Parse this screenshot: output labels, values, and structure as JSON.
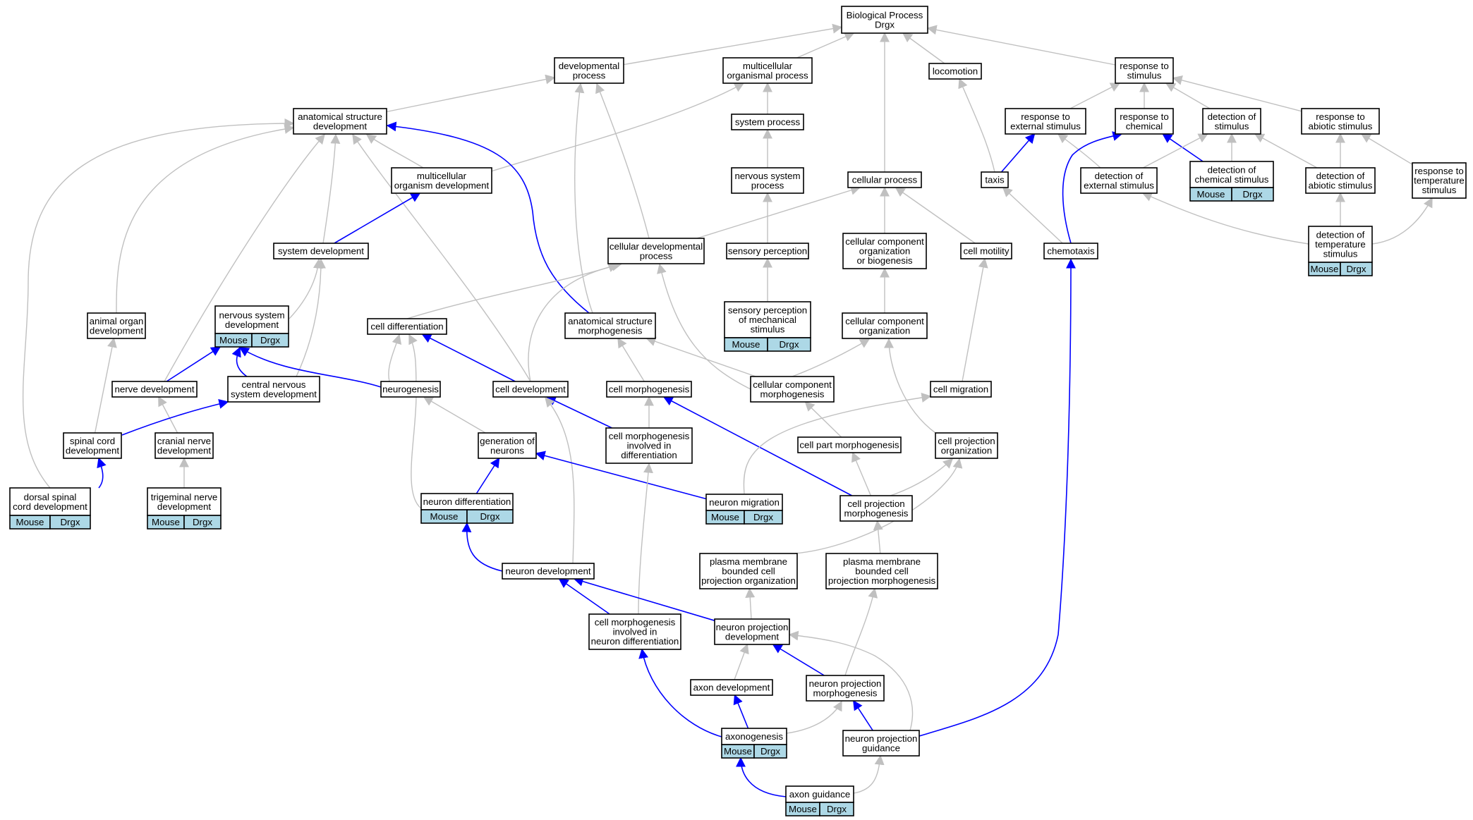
{
  "colors": {
    "edge_gray": "#c0c0c0",
    "edge_blue": "#0000ff",
    "tag_fill": "#add8e6",
    "node_fill": "#ffffff",
    "node_stroke": "#000000"
  },
  "nodes": [
    {
      "id": "bp",
      "lines": [
        "Biological Process",
        "Drgx"
      ],
      "tags": []
    },
    {
      "id": "devproc",
      "lines": [
        "developmental",
        "process"
      ],
      "tags": []
    },
    {
      "id": "multiorg",
      "lines": [
        "multicellular",
        "organismal process"
      ],
      "tags": []
    },
    {
      "id": "locomotion",
      "lines": [
        "locomotion"
      ],
      "tags": []
    },
    {
      "id": "resp_stim",
      "lines": [
        "response to",
        "stimulus"
      ],
      "tags": []
    },
    {
      "id": "asd",
      "lines": [
        "anatomical structure",
        "development"
      ],
      "tags": []
    },
    {
      "id": "sysproc",
      "lines": [
        "system process"
      ],
      "tags": []
    },
    {
      "id": "resp_ext",
      "lines": [
        "response to",
        "external stimulus"
      ],
      "tags": []
    },
    {
      "id": "resp_chem",
      "lines": [
        "response to",
        "chemical"
      ],
      "tags": []
    },
    {
      "id": "det_stim",
      "lines": [
        "detection of",
        "stimulus"
      ],
      "tags": []
    },
    {
      "id": "resp_abio",
      "lines": [
        "response to",
        "abiotic stimulus"
      ],
      "tags": []
    },
    {
      "id": "mod",
      "lines": [
        "multicellular",
        "organism development"
      ],
      "tags": []
    },
    {
      "id": "nsp",
      "lines": [
        "nervous system",
        "process"
      ],
      "tags": []
    },
    {
      "id": "cellproc",
      "lines": [
        "cellular process"
      ],
      "tags": []
    },
    {
      "id": "taxis",
      "lines": [
        "taxis"
      ],
      "tags": []
    },
    {
      "id": "det_ext",
      "lines": [
        "detection of",
        "external stimulus"
      ],
      "tags": []
    },
    {
      "id": "det_chem",
      "lines": [
        "detection of",
        "chemical stimulus"
      ],
      "tags": [
        "Mouse",
        "Drgx"
      ]
    },
    {
      "id": "det_abio",
      "lines": [
        "detection of",
        "abiotic stimulus"
      ],
      "tags": []
    },
    {
      "id": "resp_temp",
      "lines": [
        "response to",
        "temperature",
        "stimulus"
      ],
      "tags": []
    },
    {
      "id": "sysdev",
      "lines": [
        "system development"
      ],
      "tags": []
    },
    {
      "id": "cdp",
      "lines": [
        "cellular developmental",
        "process"
      ],
      "tags": []
    },
    {
      "id": "sensperc",
      "lines": [
        "sensory perception"
      ],
      "tags": []
    },
    {
      "id": "ccob",
      "lines": [
        "cellular component",
        "organization",
        "or biogenesis"
      ],
      "tags": []
    },
    {
      "id": "cellmot",
      "lines": [
        "cell motility"
      ],
      "tags": []
    },
    {
      "id": "chemotaxis",
      "lines": [
        "chemotaxis"
      ],
      "tags": []
    },
    {
      "id": "det_temp",
      "lines": [
        "detection of",
        "temperature",
        "stimulus"
      ],
      "tags": [
        "Mouse",
        "Drgx"
      ]
    },
    {
      "id": "aod",
      "lines": [
        "animal organ",
        "development"
      ],
      "tags": []
    },
    {
      "id": "nsd",
      "lines": [
        "nervous system",
        "development"
      ],
      "tags": [
        "Mouse",
        "Drgx"
      ]
    },
    {
      "id": "celldiff",
      "lines": [
        "cell differentiation"
      ],
      "tags": []
    },
    {
      "id": "asm",
      "lines": [
        "anatomical structure",
        "morphogenesis"
      ],
      "tags": []
    },
    {
      "id": "spms",
      "lines": [
        "sensory perception",
        "of mechanical",
        "stimulus"
      ],
      "tags": [
        "Mouse",
        "Drgx"
      ]
    },
    {
      "id": "cco",
      "lines": [
        "cellular component",
        "organization"
      ],
      "tags": []
    },
    {
      "id": "nervedev",
      "lines": [
        "nerve development"
      ],
      "tags": []
    },
    {
      "id": "cnsd",
      "lines": [
        "central nervous",
        "system development"
      ],
      "tags": []
    },
    {
      "id": "neurogenesis",
      "lines": [
        "neurogenesis"
      ],
      "tags": []
    },
    {
      "id": "celldev",
      "lines": [
        "cell development"
      ],
      "tags": []
    },
    {
      "id": "cellmorph",
      "lines": [
        "cell morphogenesis"
      ],
      "tags": []
    },
    {
      "id": "ccm",
      "lines": [
        "cellular component",
        "morphogenesis"
      ],
      "tags": []
    },
    {
      "id": "cellmig",
      "lines": [
        "cell migration"
      ],
      "tags": []
    },
    {
      "id": "scd",
      "lines": [
        "spinal cord",
        "development"
      ],
      "tags": []
    },
    {
      "id": "cranial",
      "lines": [
        "cranial nerve",
        "development"
      ],
      "tags": []
    },
    {
      "id": "genneur",
      "lines": [
        "generation of",
        "neurons"
      ],
      "tags": []
    },
    {
      "id": "cmid",
      "lines": [
        "cell morphogenesis",
        "involved in",
        "differentiation"
      ],
      "tags": []
    },
    {
      "id": "cpm",
      "lines": [
        "cell part morphogenesis"
      ],
      "tags": []
    },
    {
      "id": "cpo",
      "lines": [
        "cell projection",
        "organization"
      ],
      "tags": []
    },
    {
      "id": "dscd",
      "lines": [
        "dorsal spinal",
        "cord development"
      ],
      "tags": [
        "Mouse",
        "Drgx"
      ]
    },
    {
      "id": "tnd",
      "lines": [
        "trigeminal nerve",
        "development"
      ],
      "tags": [
        "Mouse",
        "Drgx"
      ]
    },
    {
      "id": "neurdiff",
      "lines": [
        "neuron differentiation"
      ],
      "tags": [
        "Mouse",
        "Drgx"
      ]
    },
    {
      "id": "neurmig",
      "lines": [
        "neuron migration"
      ],
      "tags": [
        "Mouse",
        "Drgx"
      ]
    },
    {
      "id": "cprojm",
      "lines": [
        "cell projection",
        "morphogenesis"
      ],
      "tags": []
    },
    {
      "id": "neurdev",
      "lines": [
        "neuron development"
      ],
      "tags": []
    },
    {
      "id": "pmbcpo",
      "lines": [
        "plasma membrane",
        "bounded cell",
        "projection organization"
      ],
      "tags": []
    },
    {
      "id": "pmbcpm",
      "lines": [
        "plasma membrane",
        "bounded cell",
        "projection morphogenesis"
      ],
      "tags": []
    },
    {
      "id": "cmind",
      "lines": [
        "cell morphogenesis",
        "involved in",
        "neuron differentiation"
      ],
      "tags": []
    },
    {
      "id": "npd",
      "lines": [
        "neuron projection",
        "development"
      ],
      "tags": []
    },
    {
      "id": "axondev",
      "lines": [
        "axon development"
      ],
      "tags": []
    },
    {
      "id": "npm",
      "lines": [
        "neuron projection",
        "morphogenesis"
      ],
      "tags": []
    },
    {
      "id": "axonogenesis",
      "lines": [
        "axonogenesis"
      ],
      "tags": [
        "Mouse",
        "Drgx"
      ]
    },
    {
      "id": "npg",
      "lines": [
        "neuron projection",
        "guidance"
      ],
      "tags": []
    },
    {
      "id": "axguid",
      "lines": [
        "axon guidance"
      ],
      "tags": [
        "Mouse",
        "Drgx"
      ]
    }
  ],
  "edges": [
    {
      "from": "devproc",
      "to": "bp",
      "color": "gray"
    },
    {
      "from": "multiorg",
      "to": "bp",
      "color": "gray"
    },
    {
      "from": "locomotion",
      "to": "bp",
      "color": "gray"
    },
    {
      "from": "resp_stim",
      "to": "bp",
      "color": "gray"
    },
    {
      "from": "cellproc",
      "to": "bp",
      "color": "gray"
    },
    {
      "from": "asd",
      "to": "devproc",
      "color": "gray"
    },
    {
      "from": "cdp",
      "to": "devproc",
      "color": "gray"
    },
    {
      "from": "asm",
      "to": "devproc",
      "color": "gray"
    },
    {
      "from": "mod",
      "to": "multiorg",
      "color": "gray"
    },
    {
      "from": "sysproc",
      "to": "multiorg",
      "color": "gray"
    },
    {
      "from": "nsp",
      "to": "sysproc",
      "color": "gray"
    },
    {
      "from": "sensperc",
      "to": "nsp",
      "color": "gray"
    },
    {
      "from": "spms",
      "to": "sensperc",
      "color": "gray"
    },
    {
      "from": "taxis",
      "to": "locomotion",
      "color": "gray"
    },
    {
      "from": "resp_ext",
      "to": "resp_stim",
      "color": "gray"
    },
    {
      "from": "resp_chem",
      "to": "resp_stim",
      "color": "gray"
    },
    {
      "from": "det_stim",
      "to": "resp_stim",
      "color": "gray"
    },
    {
      "from": "resp_abio",
      "to": "resp_stim",
      "color": "gray"
    },
    {
      "from": "taxis",
      "to": "resp_ext",
      "color": "blue"
    },
    {
      "from": "det_ext",
      "to": "resp_ext",
      "color": "gray"
    },
    {
      "from": "chemotaxis",
      "to": "resp_chem",
      "color": "blue"
    },
    {
      "from": "det_chem",
      "to": "resp_chem",
      "color": "blue"
    },
    {
      "from": "det_ext",
      "to": "det_stim",
      "color": "gray"
    },
    {
      "from": "det_chem",
      "to": "det_stim",
      "color": "gray"
    },
    {
      "from": "det_abio",
      "to": "det_stim",
      "color": "gray"
    },
    {
      "from": "det_abio",
      "to": "resp_abio",
      "color": "gray"
    },
    {
      "from": "resp_temp",
      "to": "resp_abio",
      "color": "gray"
    },
    {
      "from": "det_temp",
      "to": "det_ext",
      "color": "gray"
    },
    {
      "from": "det_temp",
      "to": "det_abio",
      "color": "gray"
    },
    {
      "from": "det_temp",
      "to": "resp_temp",
      "color": "gray"
    },
    {
      "from": "chemotaxis",
      "to": "taxis",
      "color": "gray"
    },
    {
      "from": "mod",
      "to": "asd",
      "color": "gray"
    },
    {
      "from": "sysdev",
      "to": "asd",
      "color": "gray"
    },
    {
      "from": "aod",
      "to": "asd",
      "color": "gray"
    },
    {
      "from": "nervedev",
      "to": "asd",
      "color": "gray"
    },
    {
      "from": "celldev",
      "to": "asd",
      "color": "gray"
    },
    {
      "from": "dscd",
      "to": "asd",
      "color": "gray"
    },
    {
      "from": "asm",
      "to": "asd",
      "color": "blue"
    },
    {
      "from": "sysdev",
      "to": "mod",
      "color": "blue"
    },
    {
      "from": "nsd",
      "to": "sysdev",
      "color": "gray"
    },
    {
      "from": "cnsd",
      "to": "sysdev",
      "color": "gray"
    },
    {
      "from": "cdp",
      "to": "cellproc",
      "color": "gray"
    },
    {
      "from": "ccob",
      "to": "cellproc",
      "color": "gray"
    },
    {
      "from": "cellmot",
      "to": "cellproc",
      "color": "gray"
    },
    {
      "from": "cco",
      "to": "ccob",
      "color": "gray"
    },
    {
      "from": "cellmig",
      "to": "cellmot",
      "color": "gray"
    },
    {
      "from": "celldiff",
      "to": "cdp",
      "color": "gray"
    },
    {
      "from": "celldev",
      "to": "cdp",
      "color": "gray"
    },
    {
      "from": "ccm",
      "to": "cdp",
      "color": "gray"
    },
    {
      "from": "scd",
      "to": "aod",
      "color": "gray"
    },
    {
      "from": "nervedev",
      "to": "nsd",
      "color": "blue"
    },
    {
      "from": "cnsd",
      "to": "nsd",
      "color": "blue"
    },
    {
      "from": "neurogenesis",
      "to": "nsd",
      "color": "blue"
    },
    {
      "from": "neurogenesis",
      "to": "celldiff",
      "color": "gray"
    },
    {
      "from": "celldev",
      "to": "celldiff",
      "color": "blue"
    },
    {
      "from": "neurdiff",
      "to": "celldiff",
      "color": "gray"
    },
    {
      "from": "cellmorph",
      "to": "asm",
      "color": "gray"
    },
    {
      "from": "ccm",
      "to": "asm",
      "color": "gray"
    },
    {
      "from": "ccm",
      "to": "cco",
      "color": "gray"
    },
    {
      "from": "cpo",
      "to": "cco",
      "color": "gray"
    },
    {
      "from": "cranial",
      "to": "nervedev",
      "color": "gray"
    },
    {
      "from": "scd",
      "to": "cnsd",
      "color": "blue"
    },
    {
      "from": "dscd",
      "to": "scd",
      "color": "blue"
    },
    {
      "from": "tnd",
      "to": "cranial",
      "color": "gray"
    },
    {
      "from": "genneur",
      "to": "neurogenesis",
      "color": "gray"
    },
    {
      "from": "cmid",
      "to": "celldev",
      "color": "blue"
    },
    {
      "from": "neurdev",
      "to": "celldev",
      "color": "gray"
    },
    {
      "from": "cmid",
      "to": "cellmorph",
      "color": "gray"
    },
    {
      "from": "cprojm",
      "to": "cellmorph",
      "color": "blue"
    },
    {
      "from": "cpm",
      "to": "ccm",
      "color": "gray"
    },
    {
      "from": "neurmig",
      "to": "cellmig",
      "color": "gray"
    },
    {
      "from": "neurdiff",
      "to": "genneur",
      "color": "blue"
    },
    {
      "from": "neurmig",
      "to": "genneur",
      "color": "blue"
    },
    {
      "from": "cmind",
      "to": "cmid",
      "color": "gray"
    },
    {
      "from": "cprojm",
      "to": "cpm",
      "color": "gray"
    },
    {
      "from": "cprojm",
      "to": "cpo",
      "color": "gray"
    },
    {
      "from": "pmbcpo",
      "to": "cpo",
      "color": "gray"
    },
    {
      "from": "neurdev",
      "to": "neurdiff",
      "color": "blue"
    },
    {
      "from": "pmbcpm",
      "to": "cprojm",
      "color": "gray"
    },
    {
      "from": "cmind",
      "to": "neurdev",
      "color": "blue"
    },
    {
      "from": "npd",
      "to": "neurdev",
      "color": "blue"
    },
    {
      "from": "npd",
      "to": "pmbcpo",
      "color": "gray"
    },
    {
      "from": "npm",
      "to": "pmbcpm",
      "color": "gray"
    },
    {
      "from": "axonogenesis",
      "to": "cmind",
      "color": "blue"
    },
    {
      "from": "axondev",
      "to": "npd",
      "color": "gray"
    },
    {
      "from": "npm",
      "to": "npd",
      "color": "blue"
    },
    {
      "from": "npg",
      "to": "npd",
      "color": "gray"
    },
    {
      "from": "axonogenesis",
      "to": "axondev",
      "color": "blue"
    },
    {
      "from": "axonogenesis",
      "to": "npm",
      "color": "gray"
    },
    {
      "from": "npg",
      "to": "npm",
      "color": "blue"
    },
    {
      "from": "npg",
      "to": "chemotaxis",
      "color": "blue"
    },
    {
      "from": "axguid",
      "to": "axonogenesis",
      "color": "blue"
    },
    {
      "from": "axguid",
      "to": "npg",
      "color": "gray"
    }
  ]
}
